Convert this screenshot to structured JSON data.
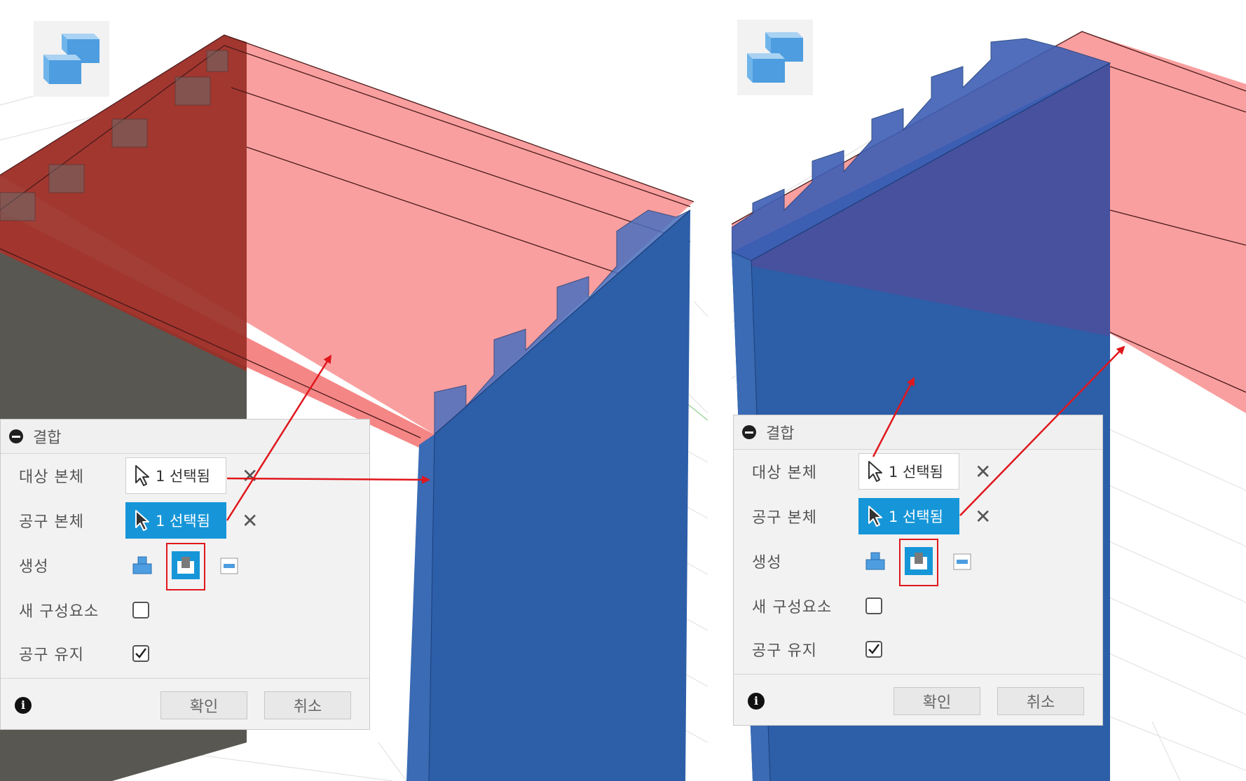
{
  "panels": [
    {
      "title": "결합",
      "target_body_label": "대상 본체",
      "target_body_value": "1 선택됨",
      "tool_body_label": "공구 본체",
      "tool_body_value": "1 선택됨",
      "operation_label": "생성",
      "new_component_label": "새 구성요소",
      "new_component_checked": false,
      "keep_tools_label": "공구 유지",
      "keep_tools_checked": true,
      "ok_label": "확인",
      "cancel_label": "취소"
    },
    {
      "title": "결합",
      "target_body_label": "대상 본체",
      "target_body_value": "1 선택됨",
      "tool_body_label": "공구 본체",
      "tool_body_value": "1 선택됨",
      "operation_label": "생성",
      "new_component_label": "새 구성요소",
      "new_component_checked": false,
      "keep_tools_label": "공구 유지",
      "keep_tools_checked": true,
      "ok_label": "확인",
      "cancel_label": "취소"
    }
  ],
  "icons": {
    "viewcube": "viewcube-icon",
    "select_cursor": "cursor-icon",
    "clear": "close-icon",
    "op_join": "join-icon",
    "op_cut": "cut-icon",
    "op_intersect": "intersect-icon",
    "collapse": "collapse-icon",
    "info": "info-icon"
  },
  "colors": {
    "accent_blue": "#1696d8",
    "target_body": "#f78c8c",
    "tool_body": "#2f5fa8",
    "highlight_red": "#e0171d"
  }
}
